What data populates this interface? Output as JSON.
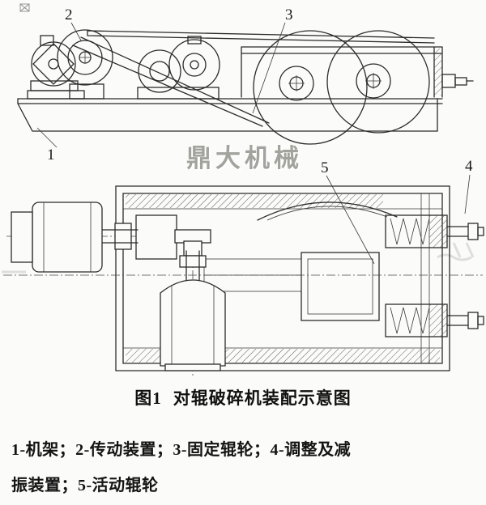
{
  "drawing": {
    "watermark": "鼎大机械",
    "callouts": {
      "c1": "1",
      "c2": "2",
      "c3": "3",
      "c4": "4",
      "c5": "5"
    }
  },
  "caption": {
    "figure_label": "图1",
    "title": "对辊破碎机装配示意图"
  },
  "legend": {
    "line1": "1-机架；2-传动装置；3-固定辊轮；4-调整及减",
    "line2": "振装置；5-活动辊轮"
  },
  "parts": [
    {
      "num": "1",
      "name": "机架"
    },
    {
      "num": "2",
      "name": "传动装置"
    },
    {
      "num": "3",
      "name": "固定辊轮"
    },
    {
      "num": "4",
      "name": "调整及减振装置"
    },
    {
      "num": "5",
      "name": "活动辊轮"
    }
  ],
  "colors": {
    "ink": "#2b2b2b",
    "watermark": "#a3a39e",
    "paper": "#fbfbf9"
  }
}
